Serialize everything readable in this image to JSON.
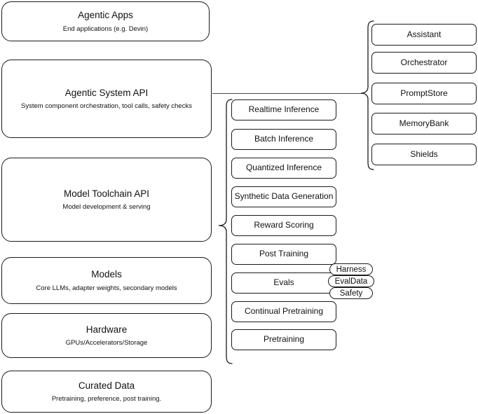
{
  "diagram": {
    "title": "Agentic AI stack architecture diagram",
    "stroke_color": "#1a1a1a",
    "background_color": "#ffffff",
    "stack": [
      {
        "title": "Agentic Apps",
        "subtitle": "End applications (e.g. Devin)"
      },
      {
        "title": "Agentic System API",
        "subtitle": "System component orchestration, tool calls, safety checks"
      },
      {
        "title": "Model Toolchain API",
        "subtitle": "Model development & serving"
      },
      {
        "title": "Models",
        "subtitle": "Core LLMs, adapter weights, secondary models"
      },
      {
        "title": "Hardware",
        "subtitle": "GPUs/Accelerators/Storage"
      },
      {
        "title": "Curated Data",
        "subtitle": "Pretraining, preference, post training."
      }
    ],
    "toolchain_components": [
      {
        "label": "Realtime Inference"
      },
      {
        "label": "Batch Inference"
      },
      {
        "label": "Quantized Inference"
      },
      {
        "label": "Synthetic Data Generation"
      },
      {
        "label": "Reward Scoring"
      },
      {
        "label": "Post Training"
      },
      {
        "label": "Evals"
      },
      {
        "label": "Continual Pretraining"
      },
      {
        "label": "Pretraining"
      }
    ],
    "system_components": [
      {
        "label": "Assistant"
      },
      {
        "label": "Orchestrator"
      },
      {
        "label": "PromptStore"
      },
      {
        "label": "MemoryBank"
      },
      {
        "label": "Shields"
      }
    ],
    "evals_chips": [
      {
        "label": "Harness"
      },
      {
        "label": "EvalData"
      },
      {
        "label": "Safety"
      }
    ]
  }
}
